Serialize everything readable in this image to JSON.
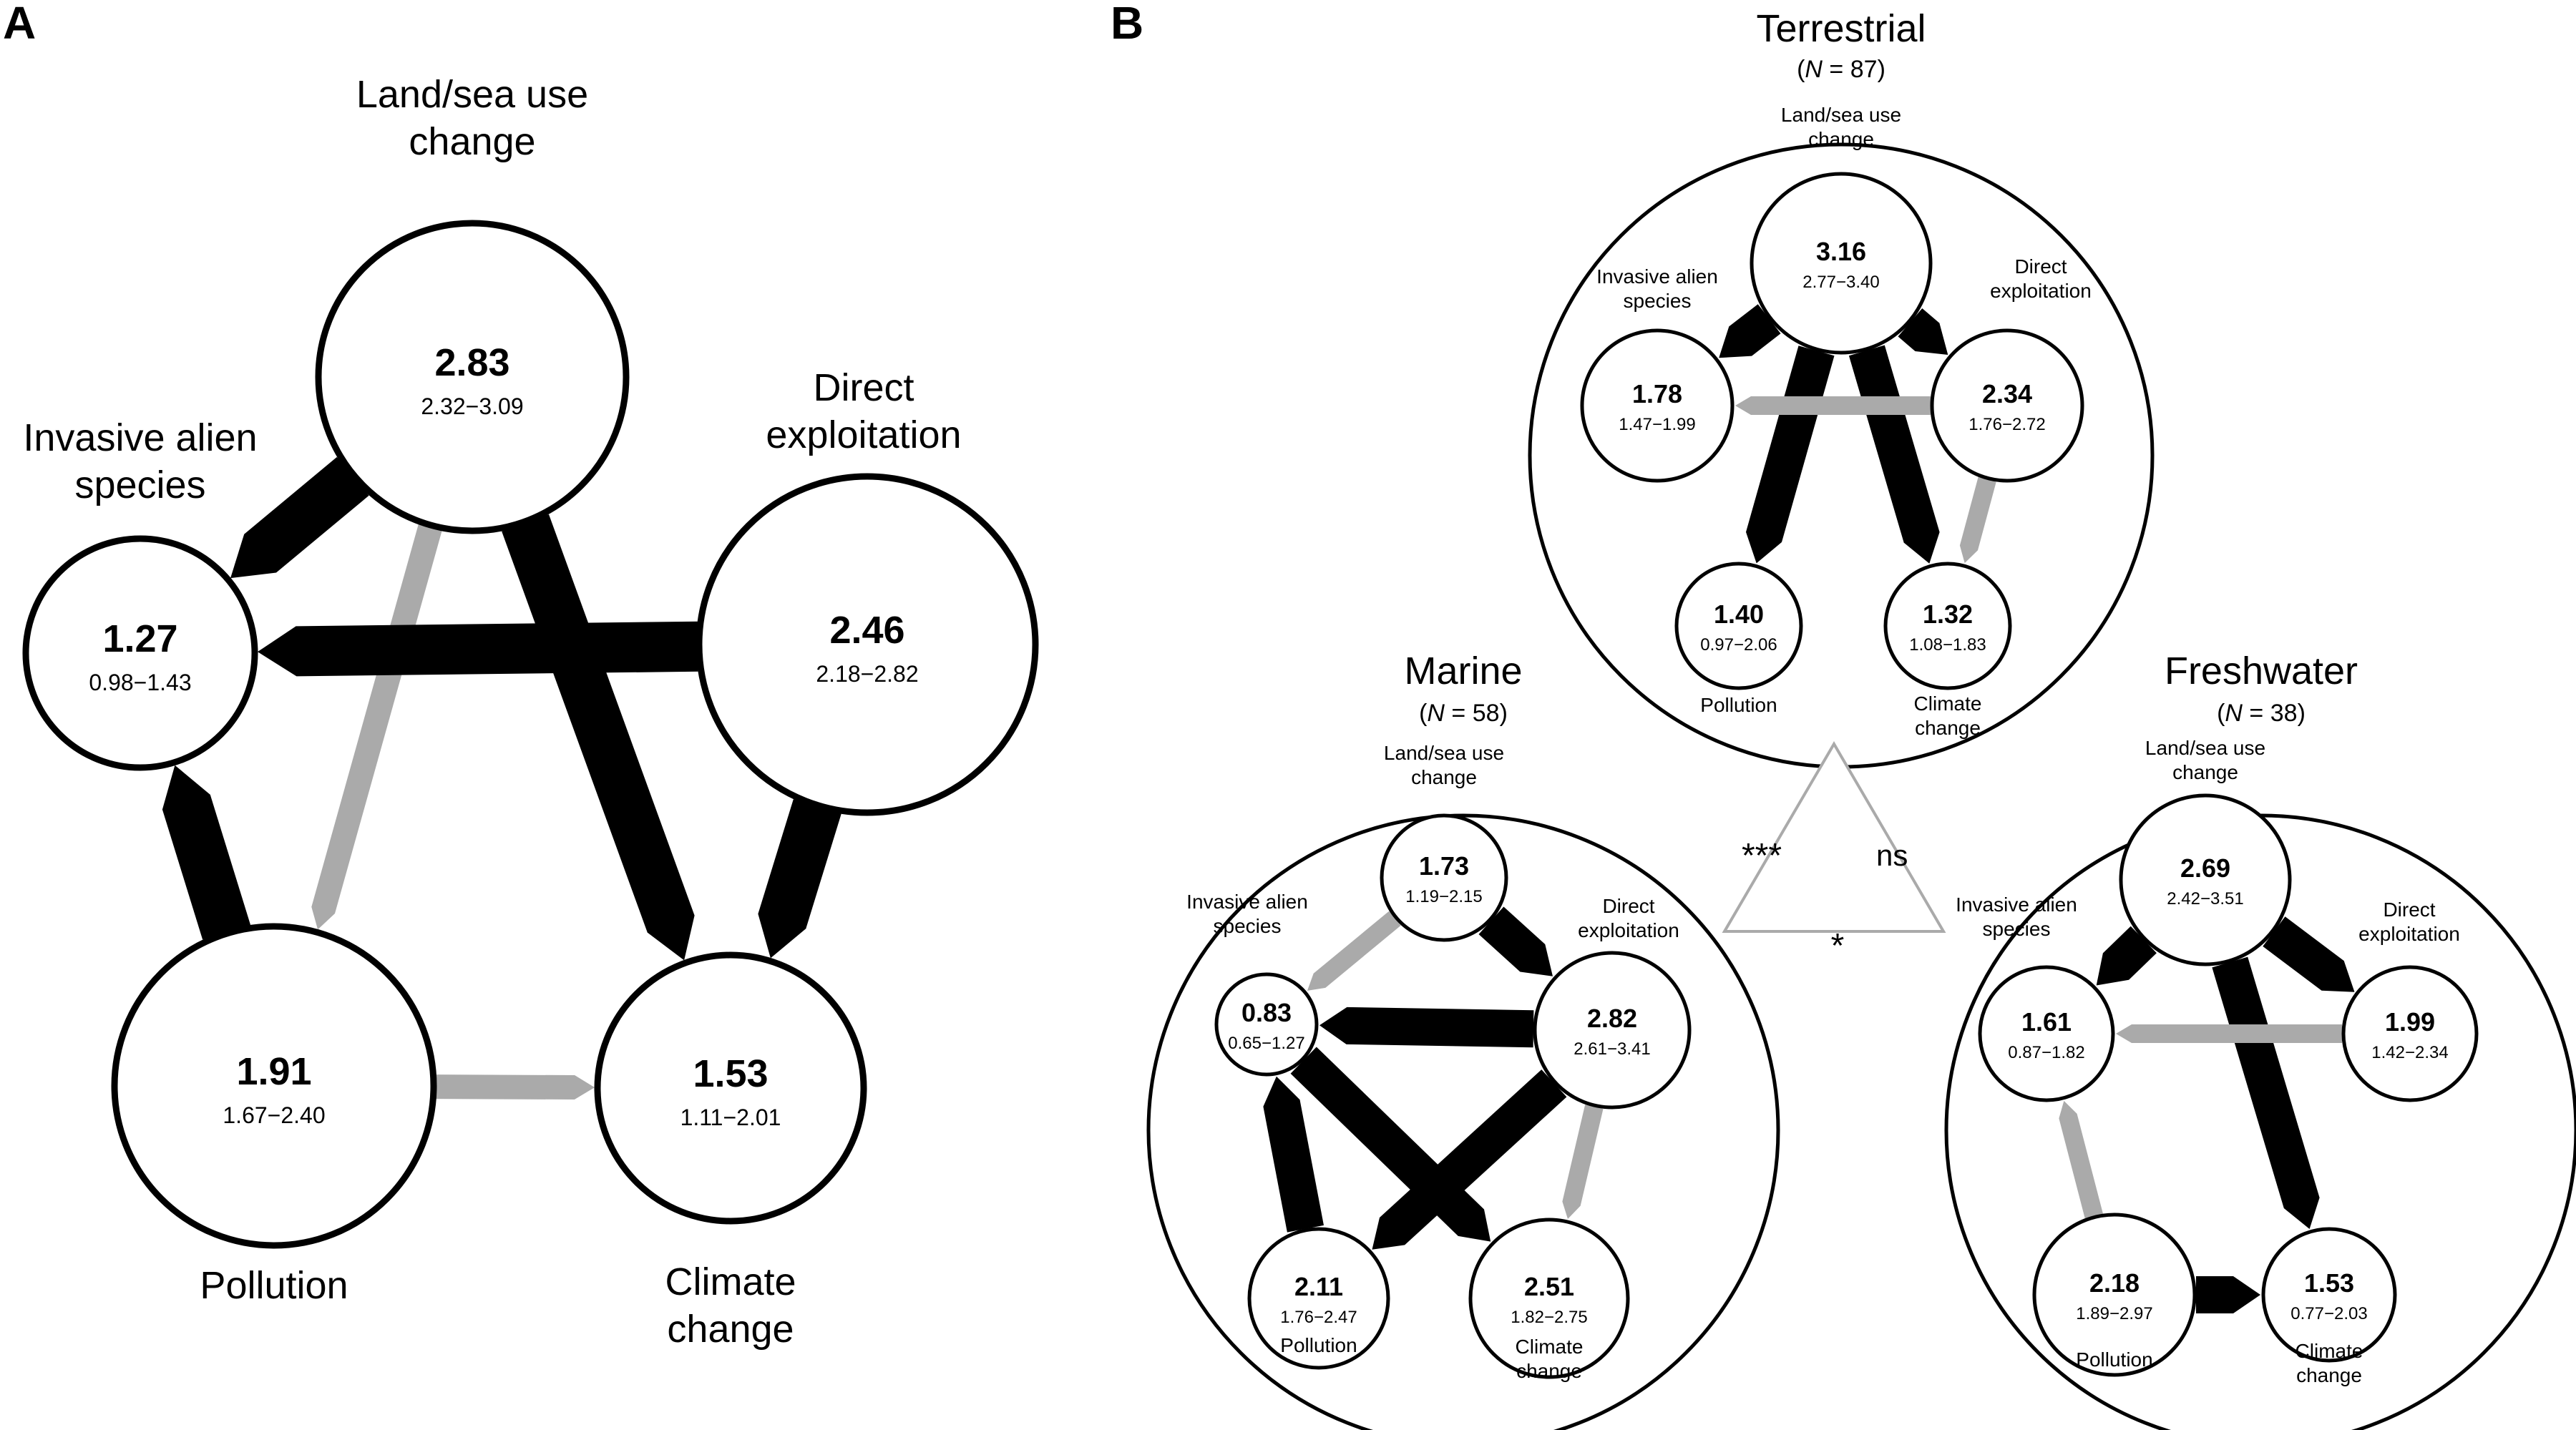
{
  "colors": {
    "strong": "#000000",
    "weak": "#aaaaaa",
    "node_stroke": "#000000",
    "node_fill": "#ffffff"
  },
  "panel_a": {
    "letter": "A",
    "nodes": {
      "land": {
        "label": [
          "Land/sea use",
          "change"
        ],
        "value": "2.83",
        "ci": "2.32−3.09"
      },
      "invasive": {
        "label": [
          "Invasive alien",
          "species"
        ],
        "value": "1.27",
        "ci": "0.98−1.43"
      },
      "direct": {
        "label": [
          "Direct",
          "exploitation"
        ],
        "value": "2.46",
        "ci": "2.18−2.82"
      },
      "pollution": {
        "label": [
          "Pollution"
        ],
        "value": "1.91",
        "ci": "1.67−2.40"
      },
      "climate": {
        "label": [
          "Climate",
          "change"
        ],
        "value": "1.53",
        "ci": "1.11−2.01"
      }
    },
    "links": [
      {
        "from": "land",
        "to": "invasive",
        "type": "strong"
      },
      {
        "from": "land",
        "to": "pollution",
        "type": "weak"
      },
      {
        "from": "land",
        "to": "climate",
        "type": "strong"
      },
      {
        "from": "direct",
        "to": "invasive",
        "type": "strong"
      },
      {
        "from": "direct",
        "to": "climate",
        "type": "strong"
      },
      {
        "from": "pollution",
        "to": "invasive",
        "type": "strong"
      },
      {
        "from": "pollution",
        "to": "climate",
        "type": "weak"
      }
    ]
  },
  "panel_b": {
    "letter": "B",
    "realms": {
      "terrestrial": {
        "title": "Terrestrial",
        "n_label": "N",
        "n_value": " = 87",
        "nodes": {
          "land": {
            "label": [
              "Land/sea use",
              "change"
            ],
            "value": "3.16",
            "ci": "2.77−3.40"
          },
          "invasive": {
            "label": [
              "Invasive alien",
              "species"
            ],
            "value": "1.78",
            "ci": "1.47−1.99"
          },
          "direct": {
            "label": [
              "Direct",
              "exploitation"
            ],
            "value": "2.34",
            "ci": "1.76−2.72"
          },
          "pollution": {
            "label": [
              "Pollution"
            ],
            "value": "1.40",
            "ci": "0.97−2.06"
          },
          "climate": {
            "label": [
              "Climate",
              "change"
            ],
            "value": "1.32",
            "ci": "1.08−1.83"
          }
        },
        "links": [
          {
            "from": "land",
            "to": "invasive",
            "type": "strong"
          },
          {
            "from": "land",
            "to": "direct",
            "type": "strong"
          },
          {
            "from": "land",
            "to": "pollution",
            "type": "strong"
          },
          {
            "from": "land",
            "to": "climate",
            "type": "strong"
          },
          {
            "from": "direct",
            "to": "invasive",
            "type": "weak"
          },
          {
            "from": "direct",
            "to": "climate",
            "type": "weak"
          }
        ]
      },
      "marine": {
        "title": "Marine",
        "n_label": "N",
        "n_value": " = 58",
        "nodes": {
          "land": {
            "label": [
              "Land/sea use",
              "change"
            ],
            "value": "1.73",
            "ci": "1.19−2.15"
          },
          "invasive": {
            "label": [
              "Invasive alien",
              "species"
            ],
            "value": "0.83",
            "ci": "0.65−1.27"
          },
          "direct": {
            "label": [
              "Direct",
              "exploitation"
            ],
            "value": "2.82",
            "ci": "2.61−3.41"
          },
          "pollution": {
            "label": [
              "Pollution"
            ],
            "value": "2.11",
            "ci": "1.76−2.47"
          },
          "climate": {
            "label": [
              "Climate",
              "change"
            ],
            "value": "2.51",
            "ci": "1.82−2.75"
          }
        },
        "links": [
          {
            "from": "land",
            "to": "invasive",
            "type": "weak"
          },
          {
            "from": "land",
            "to": "direct",
            "type": "strong"
          },
          {
            "from": "direct",
            "to": "invasive",
            "type": "strong"
          },
          {
            "from": "direct",
            "to": "pollution",
            "type": "strong"
          },
          {
            "from": "direct",
            "to": "climate",
            "type": "weak"
          },
          {
            "from": "pollution",
            "to": "invasive",
            "type": "strong"
          },
          {
            "from": "invasive",
            "to": "climate",
            "type": "strong"
          }
        ]
      },
      "freshwater": {
        "title": "Freshwater",
        "n_label": "N",
        "n_value": " = 38",
        "nodes": {
          "land": {
            "label": [
              "Land/sea use",
              "change"
            ],
            "value": "2.69",
            "ci": "2.42−3.51"
          },
          "invasive": {
            "label": [
              "Invasive alien",
              "species"
            ],
            "value": "1.61",
            "ci": "0.87−1.82"
          },
          "direct": {
            "label": [
              "Direct",
              "exploitation"
            ],
            "value": "1.99",
            "ci": "1.42−2.34"
          },
          "pollution": {
            "label": [
              "Pollution"
            ],
            "value": "2.18",
            "ci": "1.89−2.97"
          },
          "climate": {
            "label": [
              "Climate",
              "change"
            ],
            "value": "1.53",
            "ci": "0.77−2.03"
          }
        },
        "links": [
          {
            "from": "land",
            "to": "invasive",
            "type": "strong"
          },
          {
            "from": "land",
            "to": "direct",
            "type": "strong"
          },
          {
            "from": "land",
            "to": "climate",
            "type": "strong"
          },
          {
            "from": "direct",
            "to": "invasive",
            "type": "weak"
          },
          {
            "from": "pollution",
            "to": "invasive",
            "type": "weak"
          },
          {
            "from": "pollution",
            "to": "climate",
            "type": "strong"
          }
        ]
      }
    },
    "significance": {
      "terrestrial_marine": "***",
      "terrestrial_freshwater": "ns",
      "marine_freshwater": "*"
    }
  }
}
